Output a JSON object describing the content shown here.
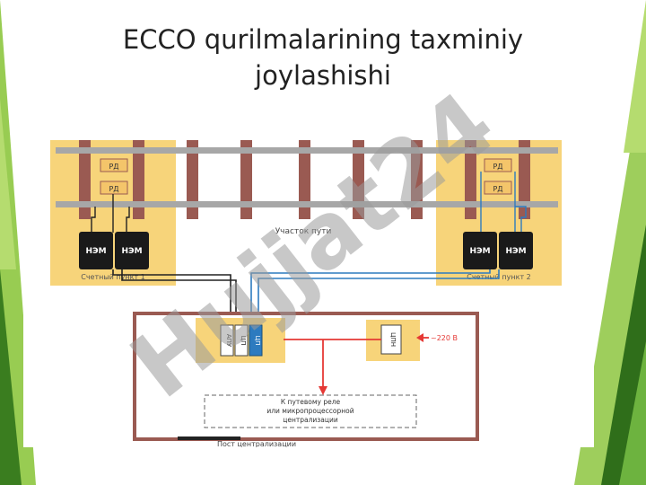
{
  "slide": {
    "title_line1": "ECCO  qurilmalarining taxminiy",
    "title_line2": "joylashishi"
  },
  "diagram": {
    "rd_label": "РД",
    "nem_label": "НЭМ",
    "track_section": "Участок пути",
    "counting_point_1": "Счетный пункт 1",
    "counting_point_2": "Счетный пункт 2",
    "module_1": "АПУ",
    "module_2": "ЦП",
    "module_3": "ЦП",
    "power_unit": "ЦПН",
    "supply_voltage": "~220 В",
    "relay_line1": "К путевому реле",
    "relay_line2": "или микропроцессорной",
    "relay_line3": "централизации",
    "post_label": "Пост централизации"
  },
  "watermark": {
    "text": "Hujjat24"
  },
  "colors": {
    "accent_green": "#8dc63f",
    "dark_green": "#2f6e1a",
    "zone_yellow": "#f7d47a",
    "rail_gray": "#a7a7a7",
    "sleeper": "#9a5a52",
    "red_wire": "#e53935",
    "blue_wire": "#2d7bbf"
  }
}
